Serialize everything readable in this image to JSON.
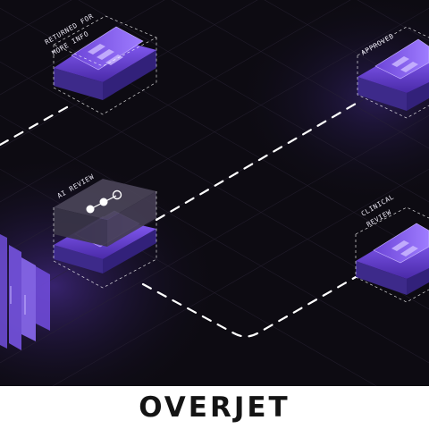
{
  "nodes": [
    {
      "id": "returned",
      "label_lines": [
        "RETURNED FOR",
        "MORE INFO"
      ]
    },
    {
      "id": "approved",
      "label_lines": [
        "APPROVED"
      ]
    },
    {
      "id": "ai",
      "label_lines": [
        "AI REVIEW"
      ]
    },
    {
      "id": "clinical",
      "label_lines": [
        "CLINICAL",
        "REVIEW"
      ]
    }
  ],
  "brand": {
    "name": "OVERJET"
  },
  "colors": {
    "background": "#0d0b12",
    "accent": "#7a4ff0",
    "accent_light": "#b59cff",
    "line": "#ffffff",
    "brand_text": "#141414"
  }
}
